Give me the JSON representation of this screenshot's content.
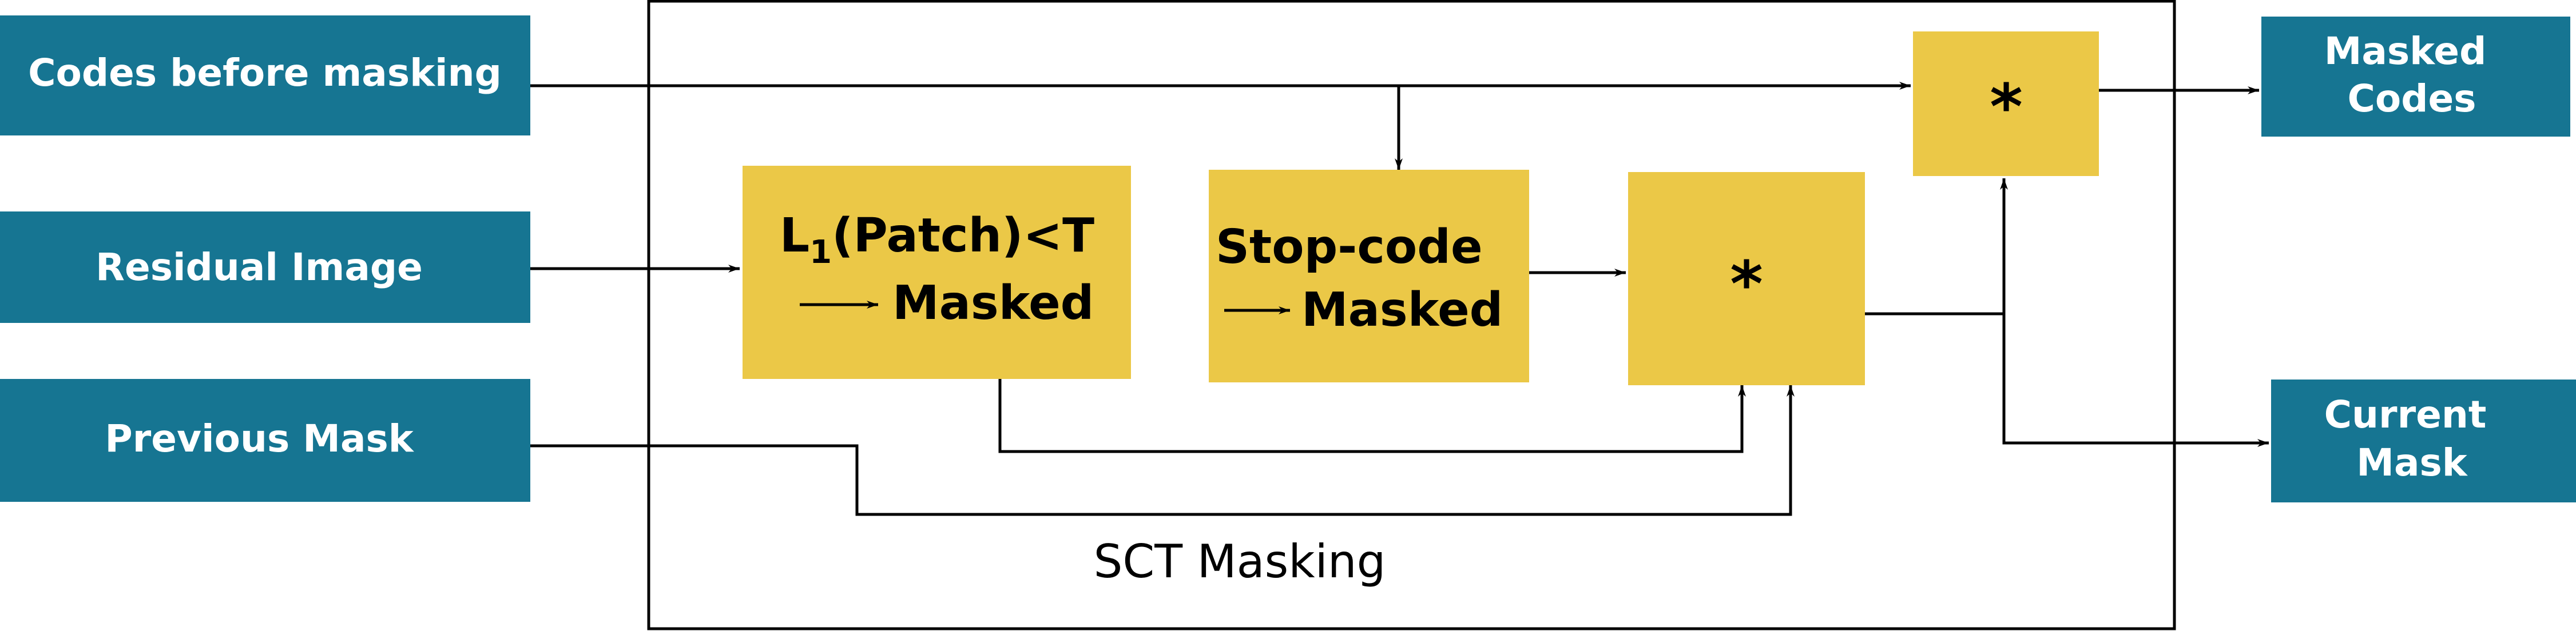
{
  "colors": {
    "input_fill": "#167592",
    "process_fill": "#ebc847",
    "line": "#000000",
    "background": "#ffffff"
  },
  "inputs": {
    "codes_before_masking": "Codes before masking",
    "residual_image": "Residual Image",
    "previous_mask": "Previous Mask"
  },
  "outputs": {
    "masked_codes": [
      "Masked",
      "Codes"
    ],
    "current_mask": [
      "Current",
      "Mask"
    ]
  },
  "frame_label": "SCT Masking",
  "blocks": {
    "l1_patch": {
      "line1_pre": "L",
      "line1_sub": "1",
      "line1_post": "(Patch)<T",
      "line2": "Masked"
    },
    "stop_code": {
      "line1": "Stop-code",
      "line2": "Masked"
    },
    "multiply_lower": "*",
    "multiply_upper": "*"
  },
  "icons": {
    "arrow_glyph": "right-arrow-icon",
    "connector_heads": "arrowhead-icon"
  }
}
